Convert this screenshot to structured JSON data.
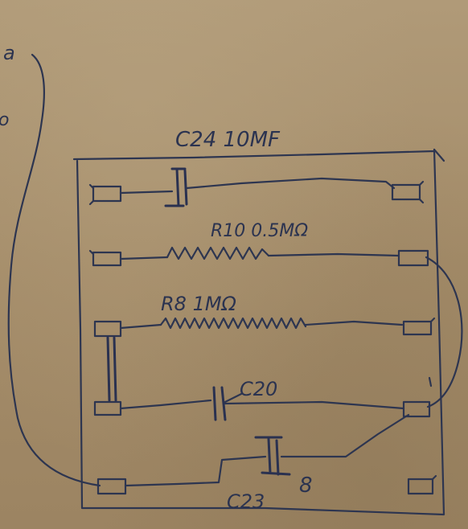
{
  "labels": {
    "c24": "C24 10MF",
    "r10": "R10 0.5MΩ",
    "r8": "R8 1MΩ",
    "c20": "C20",
    "c23": "C23",
    "num8": "8",
    "edge_a": "a",
    "edge_o": "o"
  },
  "colors": {
    "ink": "#2d3550",
    "paper": "#a58e6c"
  }
}
